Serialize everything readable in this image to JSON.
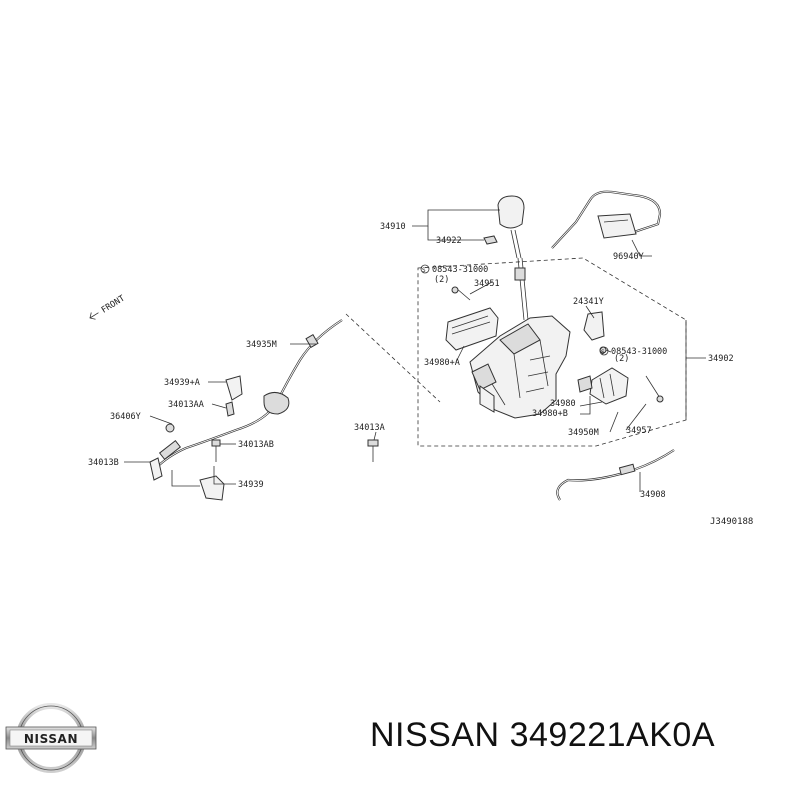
{
  "diagram": {
    "front_label": "FRONT",
    "reference_code": "J3490188",
    "parts": [
      {
        "id": "p34910",
        "label": "34910"
      },
      {
        "id": "p34922",
        "label": "34922"
      },
      {
        "id": "p96940Y",
        "label": "96940Y"
      },
      {
        "id": "pS08543",
        "label": "08543-31000"
      },
      {
        "id": "pQty1",
        "label": "(2)"
      },
      {
        "id": "p34951",
        "label": "34951"
      },
      {
        "id": "p24341Y",
        "label": "24341Y"
      },
      {
        "id": "pS08543b",
        "label": "08543-31000"
      },
      {
        "id": "pQty2",
        "label": "(2)"
      },
      {
        "id": "p34902",
        "label": "34902"
      },
      {
        "id": "p34980A",
        "label": "34980+A"
      },
      {
        "id": "p34935M",
        "label": "34935M"
      },
      {
        "id": "p34939A",
        "label": "34939+A"
      },
      {
        "id": "p34013AA",
        "label": "34013AA"
      },
      {
        "id": "p36406Y",
        "label": "36406Y"
      },
      {
        "id": "p34013AB",
        "label": "34013AB"
      },
      {
        "id": "p34013B",
        "label": "34013B"
      },
      {
        "id": "p34939",
        "label": "34939"
      },
      {
        "id": "p34013A",
        "label": "34013A"
      },
      {
        "id": "p34980",
        "label": "34980"
      },
      {
        "id": "p34980B",
        "label": "34980+B"
      },
      {
        "id": "p34950M",
        "label": "34950M"
      },
      {
        "id": "p34957",
        "label": "34957"
      },
      {
        "id": "p34908",
        "label": "34908"
      }
    ]
  },
  "brand": {
    "logo_text": "NISSAN",
    "name": "NISSAN",
    "part_number": "349221AK0A"
  }
}
